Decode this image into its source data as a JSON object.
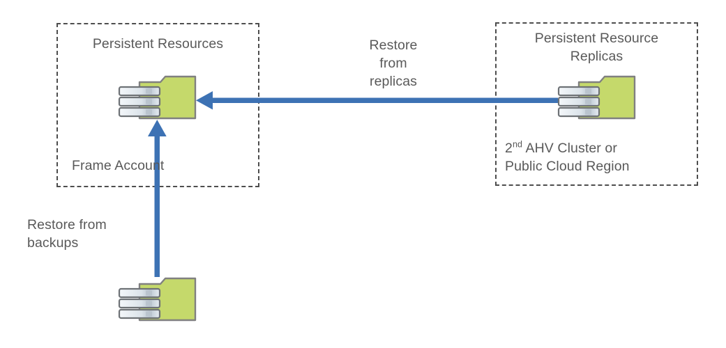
{
  "diagram": {
    "title_text_color": "#595959",
    "arrow_color": "#3d72b4",
    "box_border_color": "#4d4d4d",
    "folder_fill_color": "#c5d96b",
    "folder_stroke_color": "#7f7f7f",
    "disk_fill_color": "#e3e9ef",
    "background_color": "#ffffff"
  },
  "groups": {
    "frame_account": {
      "heading": "Persistent Resources",
      "footer": "Frame Account",
      "icon_name": "persistent-resources-icon"
    },
    "replica_site": {
      "heading": "Persistent Resource\nReplicas",
      "footer_line1_prefix": "2",
      "footer_line1_sup": "nd",
      "footer_line1_rest": " AHV Cluster or",
      "footer_line2": "Public Cloud Region",
      "icon_name": "persistent-resource-replicas-icon"
    }
  },
  "flows": {
    "restore_from_replicas": {
      "label": "Restore\nfrom\nreplicas",
      "direction": "right-to-left"
    },
    "restore_from_backups": {
      "label": "Restore from\nbackups",
      "direction": "bottom-to-top"
    }
  },
  "backup_store": {
    "icon_name": "backup-resources-icon"
  }
}
